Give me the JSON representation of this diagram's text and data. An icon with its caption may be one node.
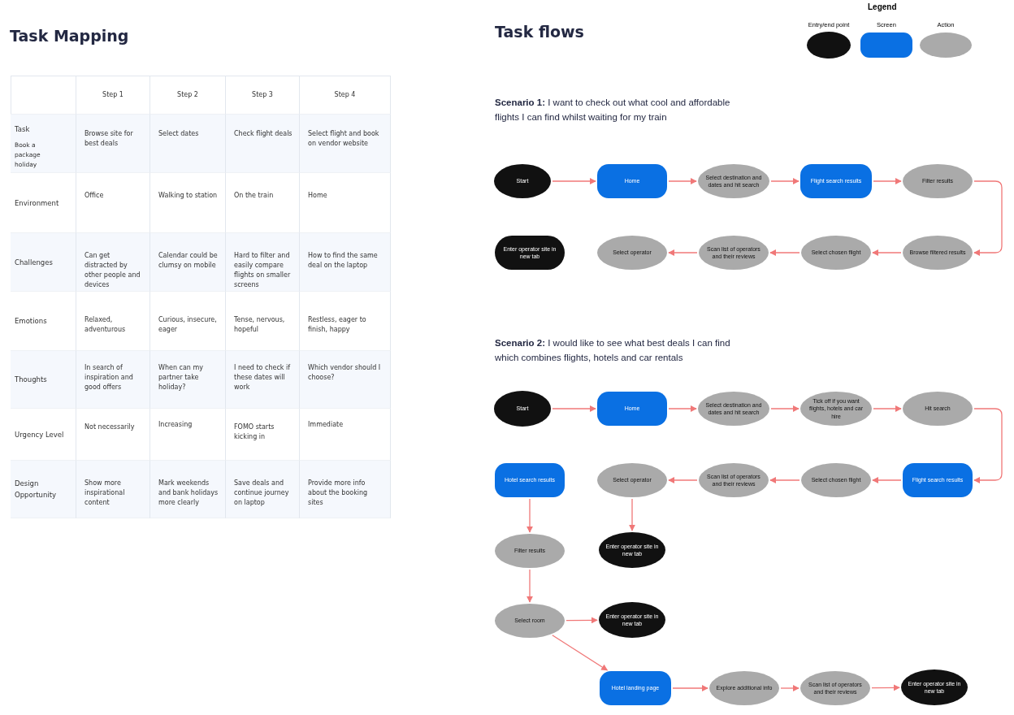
{
  "diagram": {
    "nodes": [
      {
        "text": [
          "Start"
        ]
      },
      {
        "text": [
          "Home"
        ]
      },
      {
        "text": [
          "Select destination and dates and hit search"
        ]
      },
      {
        "text": [
          "Flight search results"
        ]
      },
      {
        "text": [
          "Filter results"
        ]
      },
      {
        "text": [
          "Enter operator site in new tab"
        ]
      },
      {
        "text": [
          "Select operator"
        ]
      },
      {
        "text": [
          "Scan list of operators and their reviews"
        ]
      },
      {
        "text": [
          "Select chosen flight"
        ]
      },
      {
        "text": [
          "Browse filtered results"
        ]
      },
      {
        "text": [
          "Start"
        ]
      },
      {
        "text": [
          "Home"
        ]
      },
      {
        "text": [
          "Select destination and dates and hit search"
        ]
      },
      {
        "text": [
          "Tick off if you want flights, hotels and car hire"
        ]
      },
      {
        "text": [
          "Hit search"
        ]
      },
      {
        "text": [
          "Hotel search results"
        ]
      },
      {
        "text": [
          "Select operator"
        ]
      },
      {
        "text": [
          "Scan list of operators and their reviews"
        ]
      },
      {
        "text": [
          "Select chosen flight"
        ]
      },
      {
        "text": [
          "Flight search results"
        ]
      },
      {
        "text": [
          "Filter results"
        ]
      },
      {
        "text": [
          "Enter operator site in new tab"
        ]
      },
      {
        "text": [
          "Select room"
        ]
      },
      {
        "text": [
          "Enter operator site in new tab"
        ]
      },
      {
        "text": [
          "Hotel landing page"
        ]
      },
      {
        "text": [
          "Explore additional info"
        ]
      },
      {
        "text": [
          "Scan list of operators and their reviews"
        ]
      },
      {
        "text": [
          "Enter operator site in new tab"
        ]
      }
    ],
    "edges": [
      {
        "from": 0,
        "to": 1,
        "arrow": "to"
      },
      {
        "from": 1,
        "to": 2,
        "arrow": "to"
      },
      {
        "from": 2,
        "to": 3,
        "arrow": "to"
      },
      {
        "from": 3,
        "to": 4,
        "arrow": "to"
      },
      {
        "from": 4,
        "to": 9,
        "arrow": "to"
      },
      {
        "from": 9,
        "to": 8,
        "arrow": "to"
      },
      {
        "from": 8,
        "to": 7,
        "arrow": "to"
      },
      {
        "from": 7,
        "to": 6,
        "arrow": "to"
      },
      {
        "from": 10,
        "to": 11,
        "arrow": "to"
      },
      {
        "from": 11,
        "to": 12,
        "arrow": "to"
      },
      {
        "from": 12,
        "to": 13,
        "arrow": "to"
      },
      {
        "from": 13,
        "to": 14,
        "arrow": "to"
      },
      {
        "from": 14,
        "to": 19,
        "arrow": "to"
      },
      {
        "from": 19,
        "to": 18,
        "arrow": "to"
      },
      {
        "from": 18,
        "to": 17,
        "arrow": "to"
      },
      {
        "from": 17,
        "to": 16,
        "arrow": "to"
      },
      {
        "from": 16,
        "to": 21,
        "arrow": "to"
      },
      {
        "from": 15,
        "to": 20,
        "arrow": "to"
      },
      {
        "from": 20,
        "to": 22,
        "arrow": "to"
      },
      {
        "from": 22,
        "to": 23,
        "arrow": "to"
      },
      {
        "from": 22,
        "to": 24,
        "arrow": "to"
      },
      {
        "from": 24,
        "to": 25,
        "arrow": "to"
      },
      {
        "from": 25,
        "to": 26,
        "arrow": "to"
      },
      {
        "from": 26,
        "to": 27,
        "arrow": "to"
      }
    ],
    "labels": [
      "Task Mapping",
      "Step 1",
      "Step 2",
      "Step 3",
      "Step 4",
      "Task",
      "Book a package holiday",
      "Browse site for best deals",
      "Select dates",
      "Check flight deals",
      "Select flight and book on vendor website",
      "Environment",
      "Office",
      "Walking to station",
      "On the train",
      "Home",
      "Challenges",
      "Can get distracted by other people and devices",
      "Calendar could be clumsy on mobile",
      "Hard to filter and easily compare flights on smaller screens",
      "How to find the same deal on the laptop",
      "Emotions",
      "Relaxed, adventurous",
      "Curious, insecure, eager",
      "Tense, nervous, hopeful",
      "Restless, eager to finish, happy",
      "Thoughts",
      "In search of inspiration and good offers",
      "When can my partner take holiday?",
      "I need to check if these dates will work",
      "Which vendor should I choose?",
      "Urgency Level",
      "Not necessarily",
      "Increasing",
      "FOMO starts kicking in",
      "Immediate",
      "Design Opportunity",
      "Show more inspirational content",
      "Mark weekends and bank holidays more clearly",
      "Save deals and continue journey on laptop",
      "Provide more info about the booking sites",
      "Task flows",
      "Legend",
      "**Scenario 1:** I want to check out what cool and affordable flights I can find whilst waiting for my train",
      "**Scenario 2:** I would like to see what best deals I can find which combines flights, hotels and car rentals"
    ],
    "legend": [
      {
        "text": "Entry/end point",
        "color": "#111111"
      },
      {
        "text": "Screen",
        "color": "#0a70e3"
      },
      {
        "text": "Action",
        "color": "#aaaaaa"
      }
    ]
  }
}
